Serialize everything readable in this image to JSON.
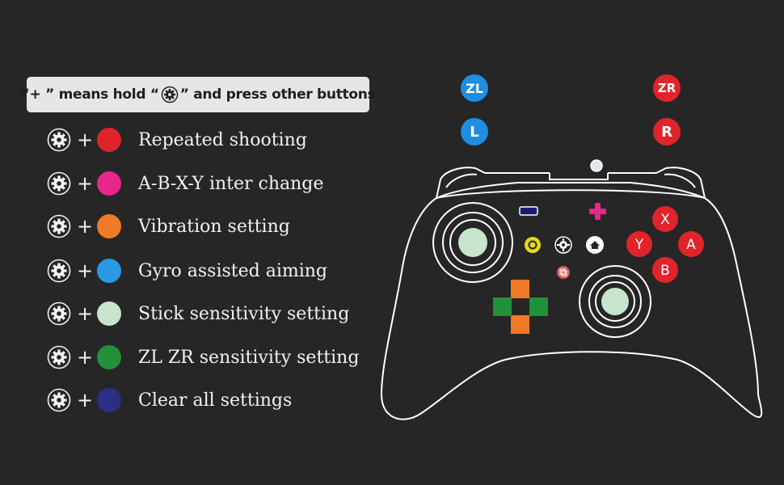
{
  "hint": {
    "before": "“+ ” means hold “",
    "after": "” and press other buttons"
  },
  "plus_sign": "+",
  "combos": [
    {
      "label": "Repeated shooting",
      "color": "#e0232b"
    },
    {
      "label": "A-B-X-Y inter change",
      "color": "#e72789"
    },
    {
      "label": "Vibration setting",
      "color": "#ef7a27"
    },
    {
      "label": "Gyro assisted aiming",
      "color": "#2b98e4"
    },
    {
      "label": "Stick sensitivity setting",
      "color": "#c6e5cc"
    },
    {
      "label": "ZL ZR sensitivity setting",
      "color": "#21913a"
    },
    {
      "label": "Clear all settings",
      "color": "#2b2f86"
    }
  ],
  "shoulder_buttons": {
    "zl": {
      "label": "ZL",
      "color": "#1e8ee0"
    },
    "l": {
      "label": "L",
      "color": "#1e8ee0"
    },
    "zr": {
      "label": "ZR",
      "color": "#e0242a"
    },
    "r": {
      "label": "R",
      "color": "#e0242a"
    }
  },
  "face_buttons": {
    "x": {
      "label": "X",
      "color": "#e0242a"
    },
    "y": {
      "label": "Y",
      "color": "#e0242a"
    },
    "a": {
      "label": "A",
      "color": "#e0242a"
    },
    "b": {
      "label": "B",
      "color": "#e0242a"
    }
  },
  "icons": {
    "gear": "gear-icon",
    "home": "home-icon",
    "minus": "minus-icon",
    "plus": "plus-icon",
    "capture": "capture-icon",
    "turbo": "turbo-icon"
  },
  "colors": {
    "background": "#262626",
    "outline": "#ffffff",
    "dpad_vertical": "#ef7a27",
    "dpad_horizontal": "#21913a",
    "stick_cap": "#c6e5cc"
  }
}
